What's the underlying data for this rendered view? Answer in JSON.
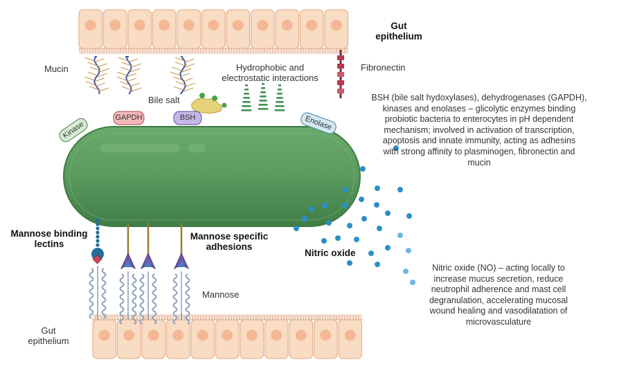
{
  "labels": {
    "gut_epithelium_top": "Gut\nepithelium",
    "mucin": "Mucin",
    "hydrophobic": "Hydrophobic and\nelectrostatic interactions",
    "fibronectin": "Fibronectin",
    "bile_salt": "Bile salt",
    "bsh_desc": "BSH (bile salt hydoxylases), dehydrogenases (GAPDH),\nkinases and enolases – glicolytic enzymes binding\nprobiotic bacteria to enterocytes in pH dependent\nmechanism; involved in activation of transcription,\napoptosis and innate immunity, acting as adhesins\nwith strong affinity to plasminogen, fibronectin and\nmucin",
    "mannose_binding": "Mannose binding\nlectins",
    "mannose_specific": "Mannose specific\nadhesions",
    "nitric_oxide": "Nitric oxide",
    "no_desc": "Nitric oxide (NO) – acting locally to\nincrease mucus secretion, reduce\nneutrophil adherence and mast cell\ndegranulation, accelerating mucosal\nwound healing and vasodilatation of\nmicrovasculature",
    "mannose": "Mannose",
    "gut_epithelium_bottom": "Gut\nepithelium"
  },
  "tags": {
    "kinase": "Kinase",
    "gapdh": "GAPDH",
    "bsh": "BSH",
    "enolase": "Enolase"
  },
  "colors": {
    "cell_fill": "#f9dcc4",
    "cell_stroke": "#e0a882",
    "nucleus": "#f4b896",
    "bacterium": "#5a9a5e",
    "bacterium_dark": "#3e7a44",
    "mucin_blue": "#3b5ba0",
    "mucin_branch": "#c8924a",
    "no_dot": "#2b8fc8",
    "no_dot_light": "#6cb8e0",
    "gapdh_tag": "#f2b8b8",
    "bsh_tag": "#c4b8e8",
    "kinase_tag": "#d8ecd4",
    "enolase_tag": "#d4e8f0"
  },
  "icons": [
    "mucin-icon",
    "fibronectin-icon",
    "bile-salt-icon",
    "lectin-icon",
    "adhesin-icon",
    "mannose-chain-icon"
  ]
}
